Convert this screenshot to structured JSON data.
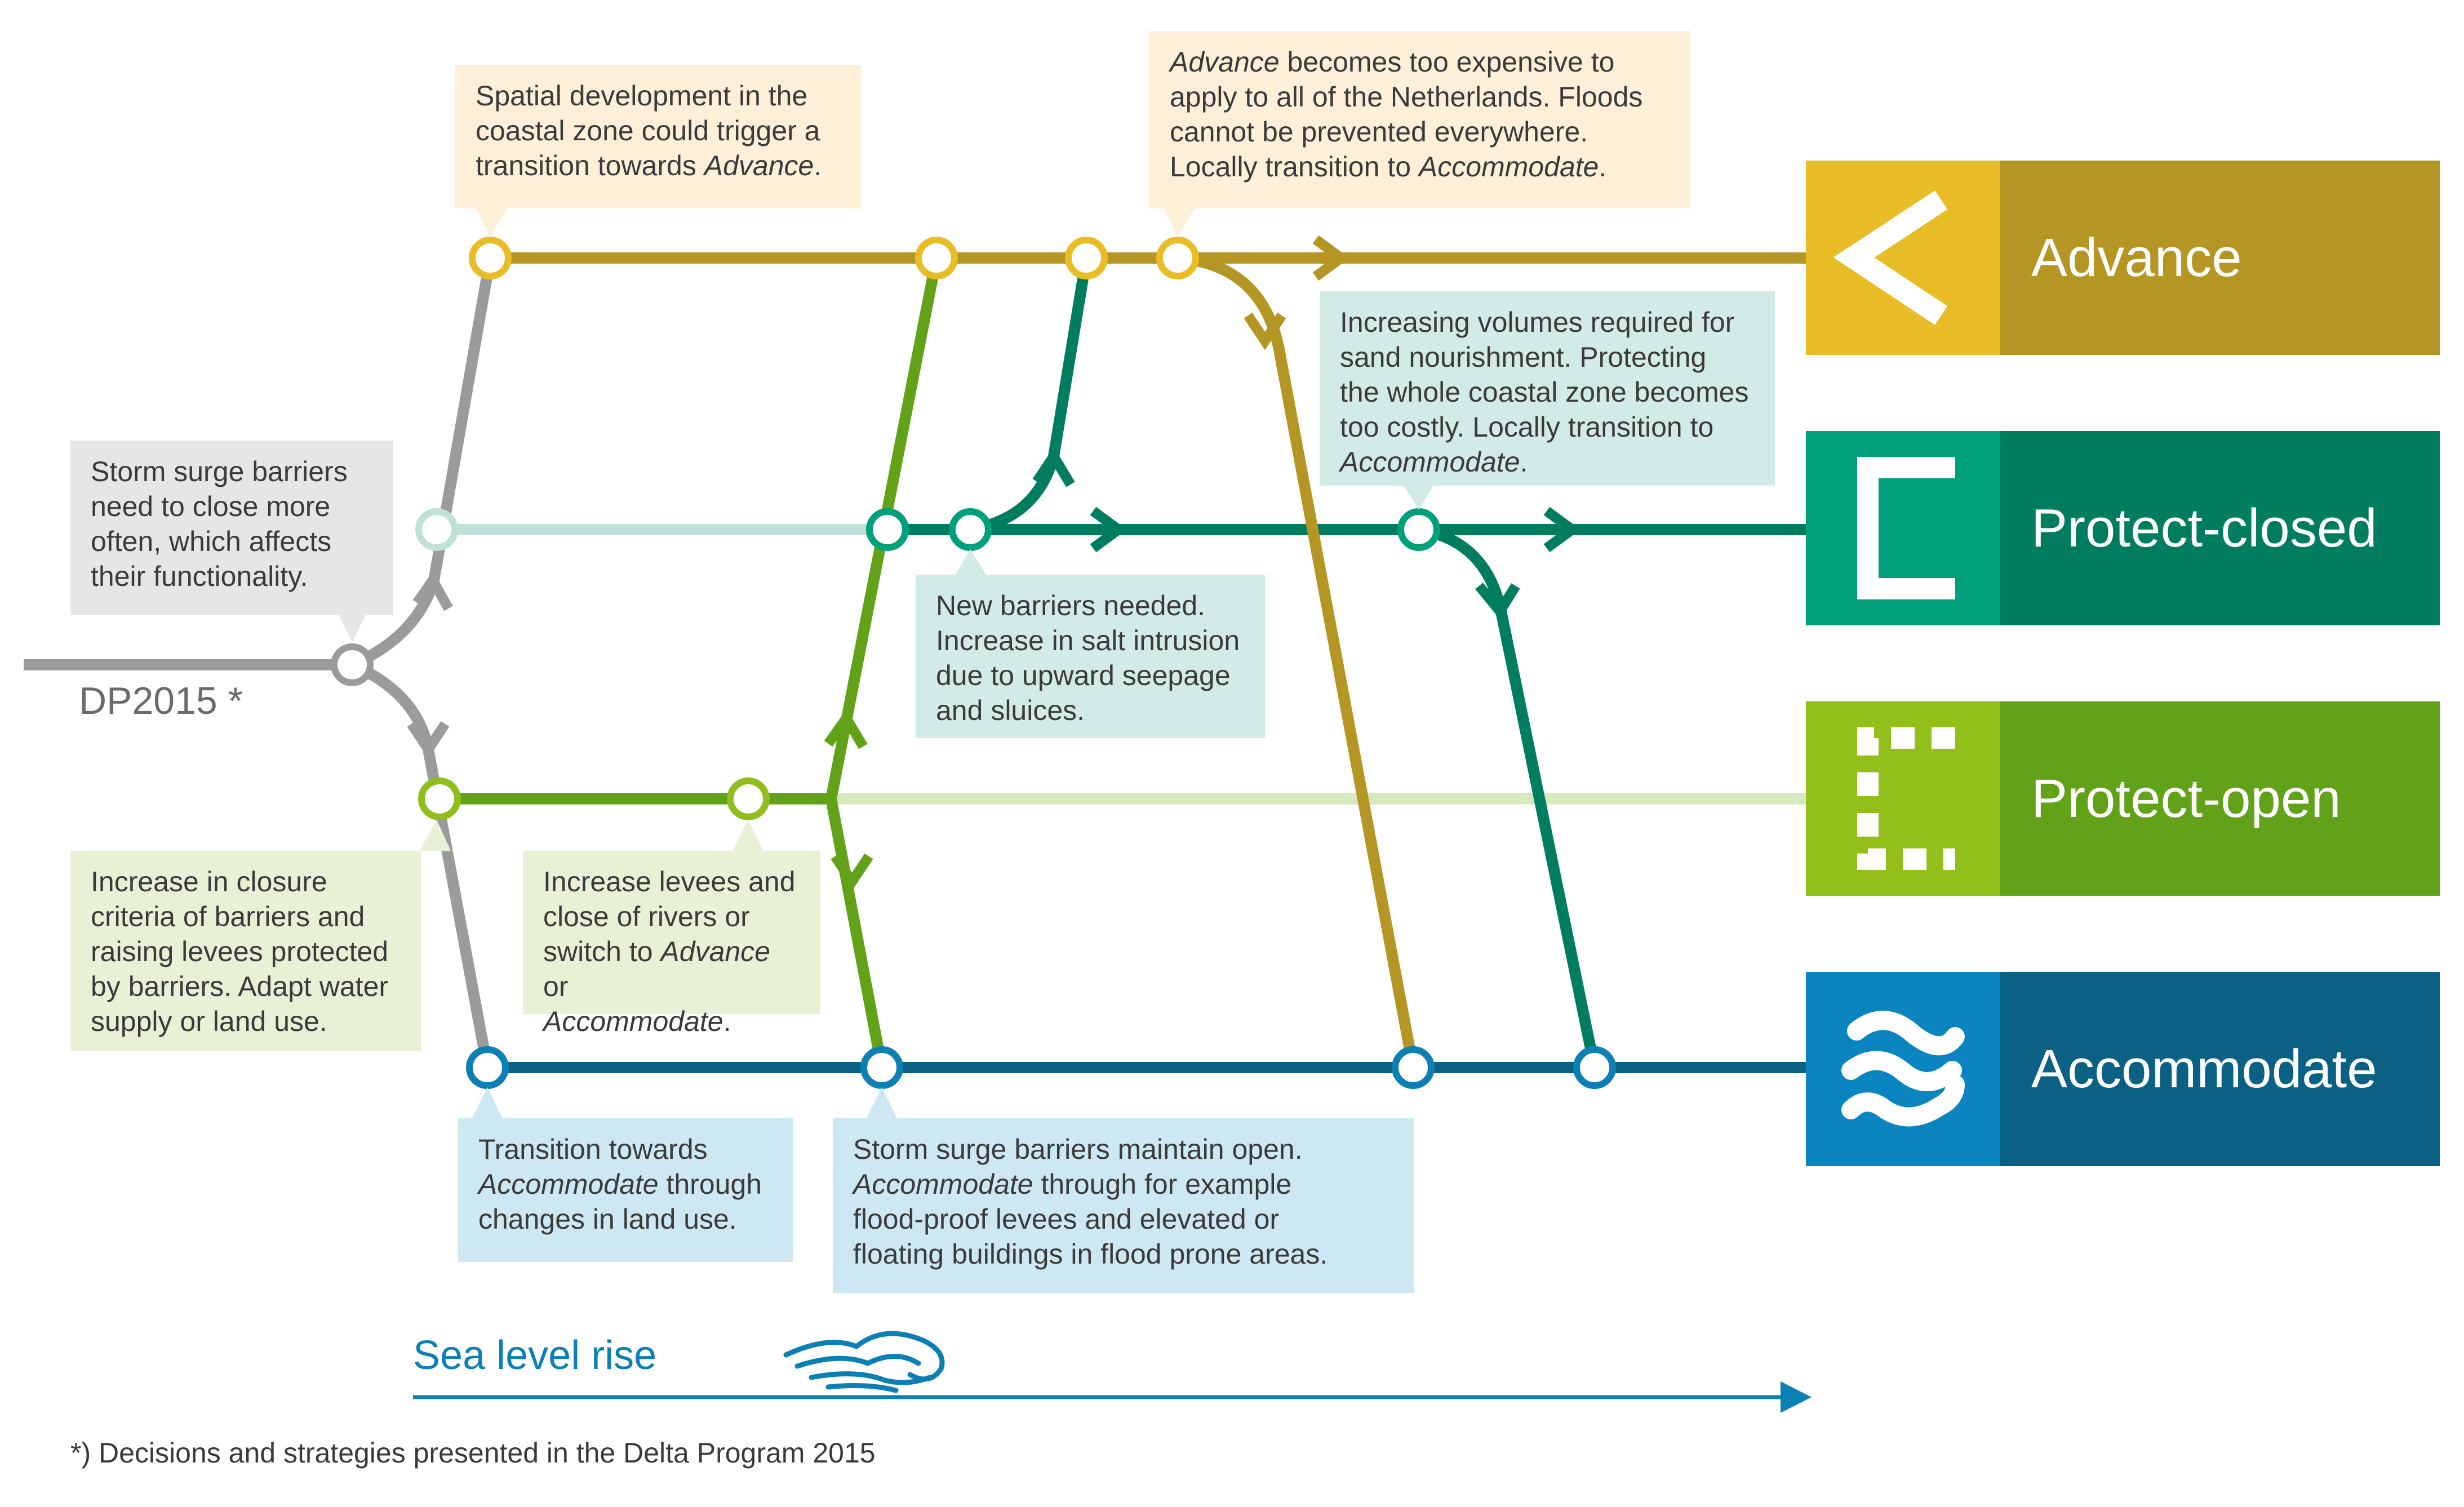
{
  "dp_label": "DP2015 *",
  "sea_level_label": "Sea level rise",
  "footnote": "*) Decisions and strategies presented in the Delta Program 2015",
  "strategies": [
    {
      "label": "Advance",
      "icon": "chevron-left-icon",
      "icon_color": "#e8bd28",
      "color": "#b59523"
    },
    {
      "label": "Protect-closed",
      "icon": "closed-bracket-icon",
      "icon_color": "#00a07a",
      "color": "#007d5f"
    },
    {
      "label": "Protect-open",
      "icon": "open-bracket-icon",
      "icon_color": "#93bf1b",
      "color": "#62a219"
    },
    {
      "label": "Accommodate",
      "icon": "wave-icon",
      "icon_color": "#0b85c0",
      "color": "#0a6184"
    }
  ],
  "colors": {
    "advance_line": "#b59523",
    "advance_node": "#e8bd28",
    "closed_line": "#007d5f",
    "closed_faded": "#bfe1d7",
    "open_line": "#62a219",
    "open_node": "#8fbe1e",
    "open_faded": "#d7e9bf",
    "accommodate_line": "#0a6184",
    "accommodate_node": "#0d80b3",
    "dp_line": "#9b9b9b",
    "sea_level": "#0d80b3"
  },
  "notes": {
    "storm_surge": [
      "Storm surge barriers",
      "need to close more",
      "often, which affects",
      "their functionality."
    ],
    "spatial": [
      "Spatial development in the",
      "coastal zone could trigger a",
      "transition towards ",
      "Advance",
      "."
    ],
    "advance_expensive": [
      "Advance",
      " becomes too expensive to",
      "apply to all of the Netherlands. Floods",
      "cannot be prevented everywhere.",
      "Locally transition to ",
      "Accommodate",
      "."
    ],
    "sand": [
      "Increasing volumes required for",
      "sand nourishment. Protecting",
      "the whole coastal zone becomes",
      "too costly. Locally transition to",
      "Accommodate",
      "."
    ],
    "new_barriers": [
      "New barriers needed.",
      "Increase in salt intrusion",
      "due to upward seepage",
      "and sluices."
    ],
    "closure_criteria": [
      "Increase in closure",
      "criteria of barriers and",
      "raising levees protected",
      "by barriers. Adapt water",
      "supply or land use."
    ],
    "levees": [
      "Increase levees and",
      "close of rivers or",
      "switch to ",
      "Advance",
      " or",
      "Accommodate",
      "."
    ],
    "transition_accommodate": [
      "Transition towards",
      "Accommodate",
      " through",
      "changes in land use."
    ],
    "storm_open": [
      "Storm surge barriers maintain open.",
      "Accommodate",
      " through for example",
      "flood-proof levees and elevated or",
      "floating buildings in flood prone areas."
    ]
  }
}
